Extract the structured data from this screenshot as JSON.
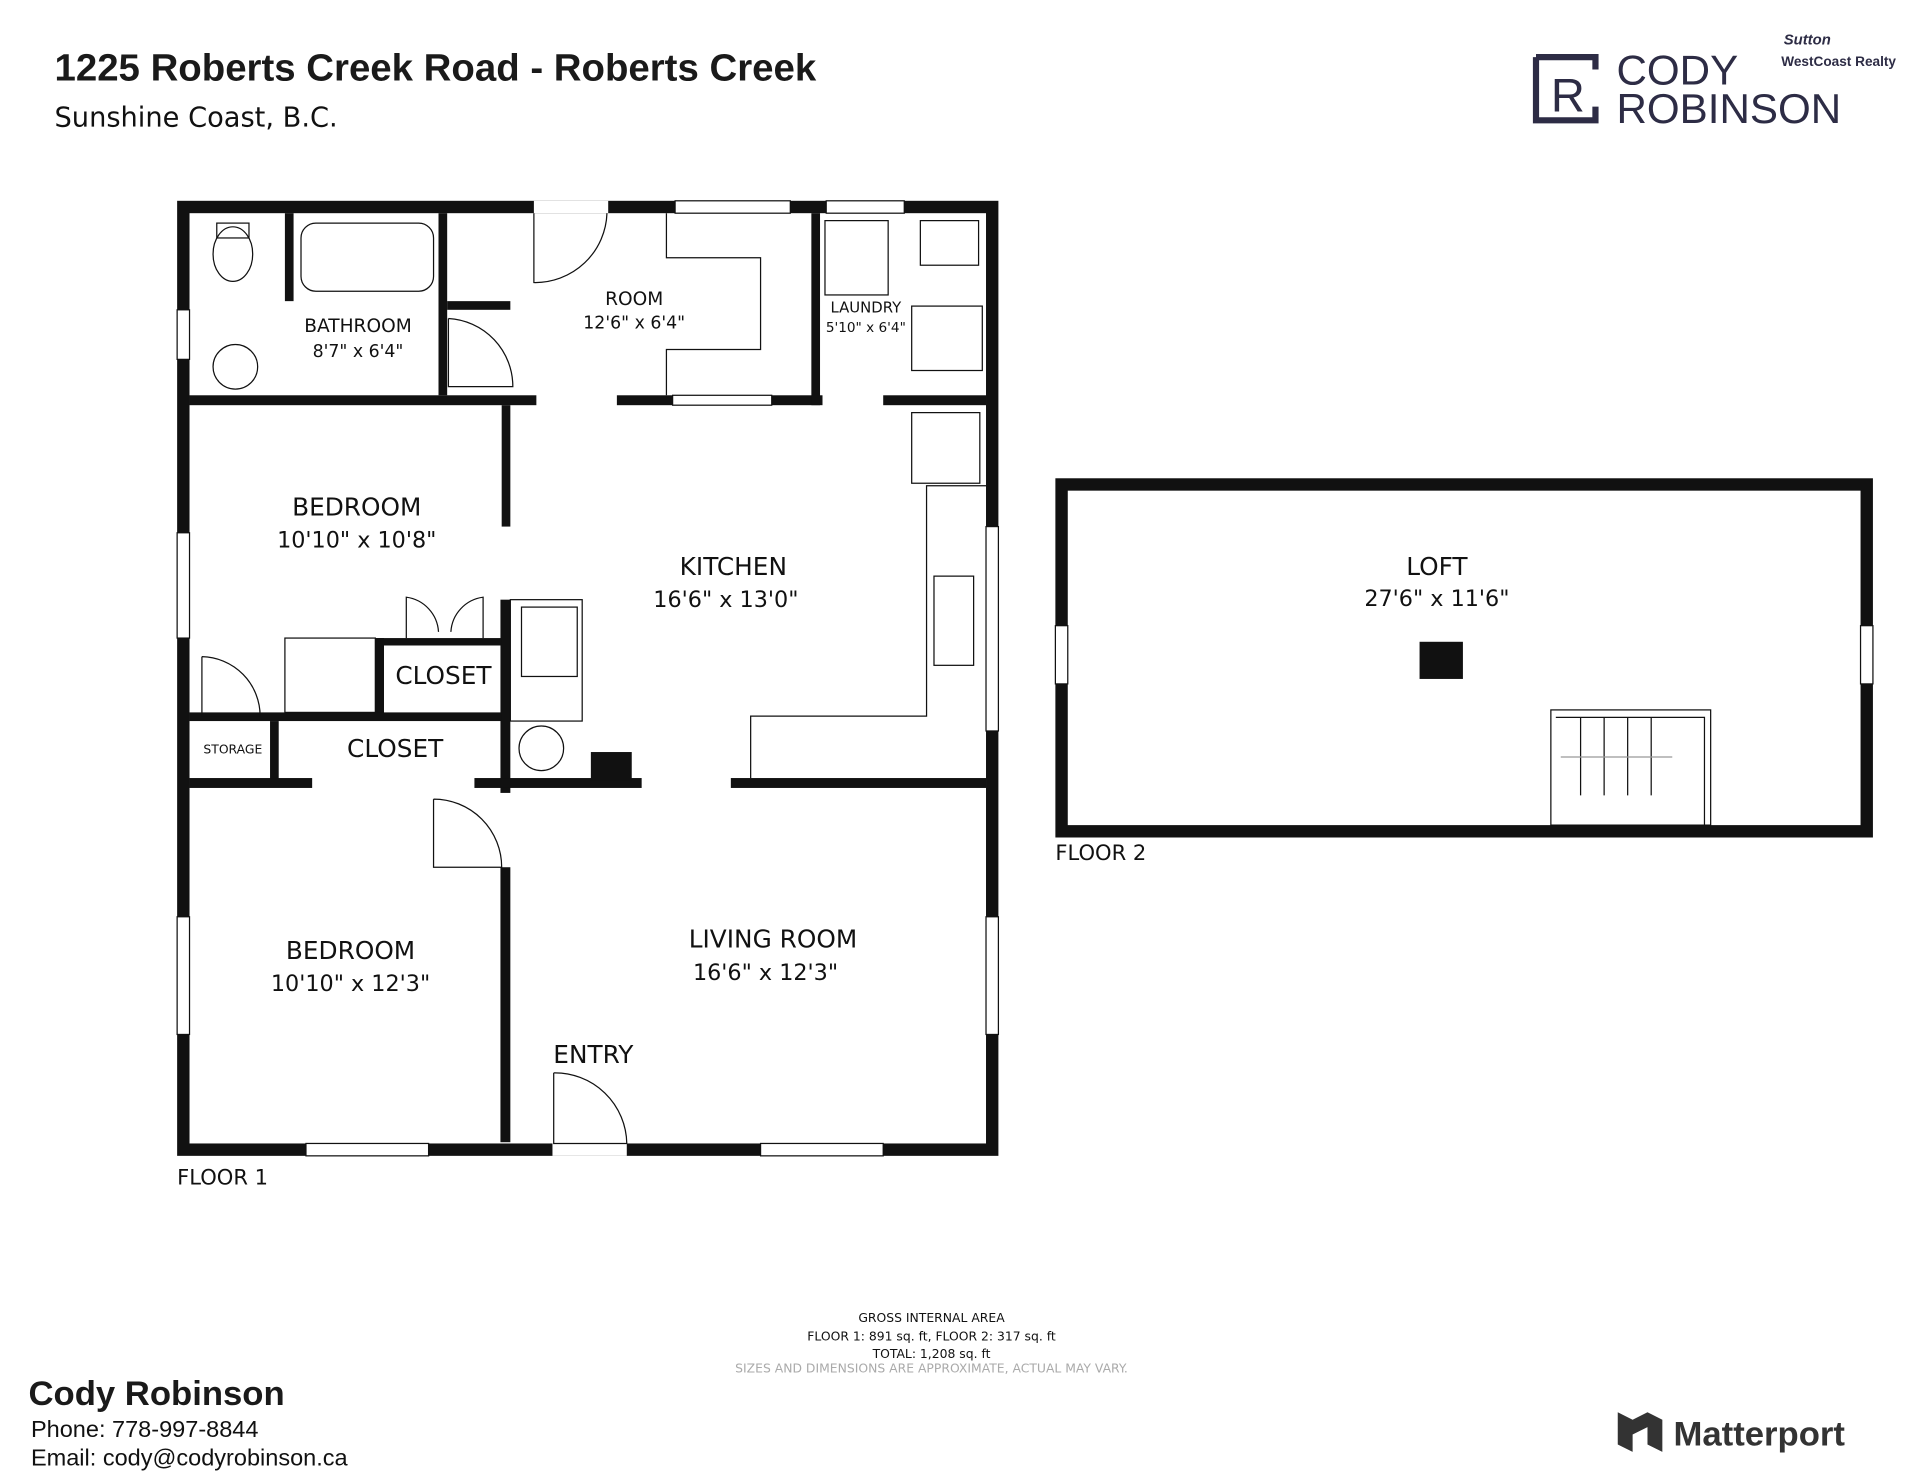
{
  "header": {
    "title": "1225 Roberts Creek Road - Roberts Creek",
    "subtitle": "Sunshine Coast, B.C."
  },
  "brand": {
    "logo_line1": "CODY",
    "logo_line2": "ROBINSON",
    "logo_mark": "R",
    "partner_script": "Sutton",
    "partner_name": "WestCoast Realty",
    "color": "#2d2c45"
  },
  "floor1": {
    "label": "FLOOR 1",
    "rooms": [
      {
        "name": "BATHROOM",
        "dims": "8'7\" x 6'4\""
      },
      {
        "name": "ROOM",
        "dims": "12'6\" x 6'4\""
      },
      {
        "name": "LAUNDRY",
        "dims": "5'10\" x 6'4\""
      },
      {
        "name": "BEDROOM",
        "dims": "10'10\" x 10'8\""
      },
      {
        "name": "KITCHEN",
        "dims": "16'6\" x 13'0\""
      },
      {
        "name": "CLOSET"
      },
      {
        "name": "STORAGE"
      },
      {
        "name": "CLOSET"
      },
      {
        "name": "BEDROOM",
        "dims": "10'10\" x 12'3\""
      },
      {
        "name": "LIVING ROOM",
        "dims": "16'6\" x 12'3\""
      },
      {
        "name": "ENTRY"
      }
    ]
  },
  "floor2": {
    "label": "FLOOR 2",
    "rooms": [
      {
        "name": "LOFT",
        "dims": "27'6\" x 11'6\""
      }
    ]
  },
  "area": {
    "heading": "GROSS INTERNAL AREA",
    "floors": "FLOOR 1: 891 sq. ft, FLOOR 2: 317 sq. ft",
    "total": "TOTAL: 1,208 sq. ft",
    "disclaimer": "SIZES AND DIMENSIONS ARE APPROXIMATE, ACTUAL MAY VARY."
  },
  "contact": {
    "name": "Cody Robinson",
    "phone": "Phone: 778-997-8844",
    "email": "Email: cody@codyrobinson.ca"
  },
  "matterport": {
    "label": "Matterport"
  }
}
